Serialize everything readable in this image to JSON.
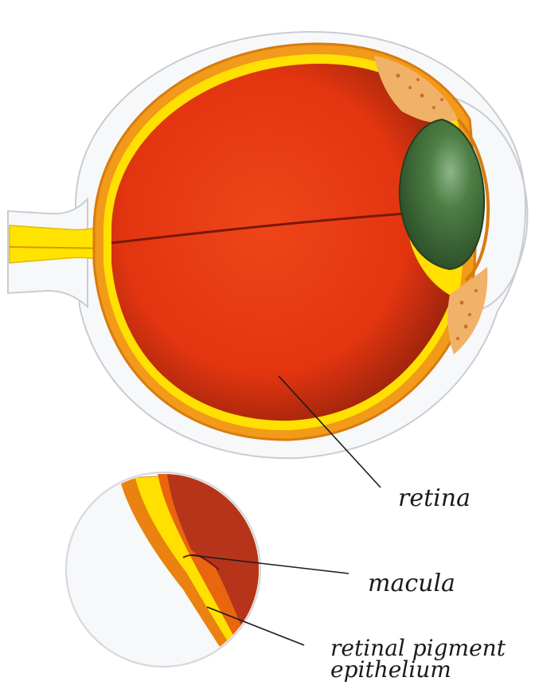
{
  "labels": {
    "retina": "retina",
    "macula": "macula",
    "rpe_line1": "retinal pigment",
    "rpe_line2": "epithelium"
  },
  "colors": {
    "sclera": "#f6f7f8",
    "choroid": "#f0a51c",
    "retina_yellow": "#ffe000",
    "vitreous": "#e83a12",
    "vitreous_dark": "#a8240d",
    "lens": "#3f6b3a",
    "optic_nerve": "#ffe400"
  }
}
